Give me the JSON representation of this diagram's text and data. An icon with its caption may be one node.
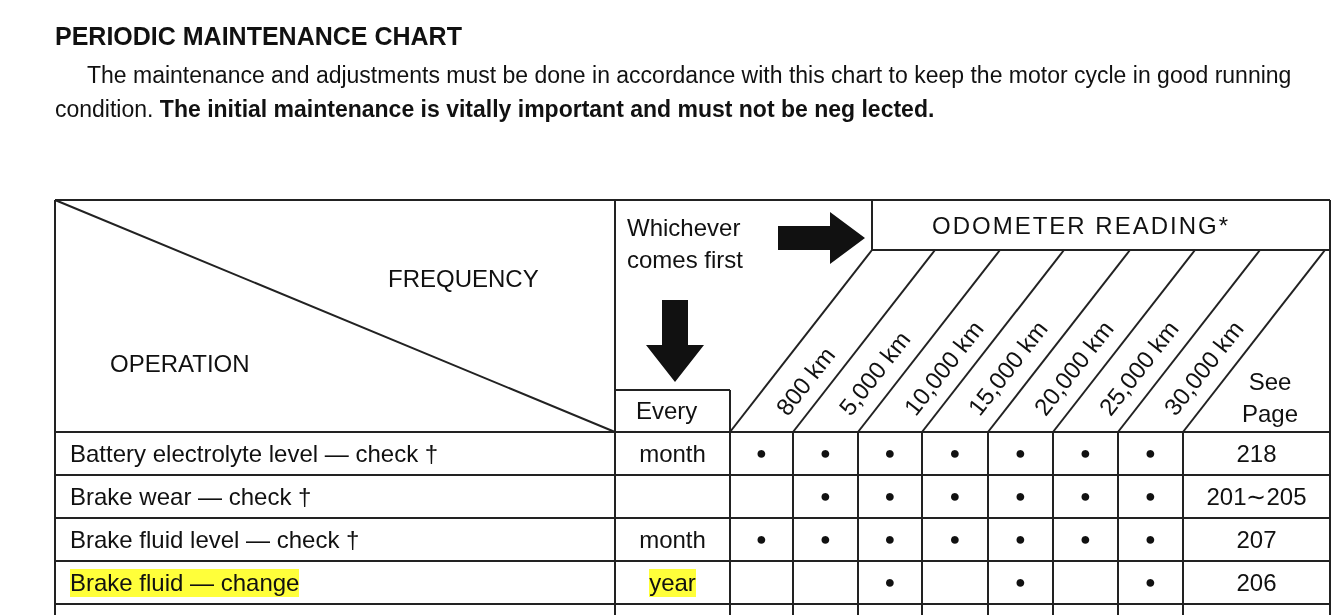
{
  "diagram": {
    "title": "PERIODIC MAINTENANCE CHART",
    "labels": [
      "The maintenance and adjustments must be done in accordance with this chart to keep the motor cycle in good running condition. **The initial maintenance is vitally important and must not be neg lected.**",
      "FREQUENCY",
      "OPERATION",
      "Whichever comes first",
      "ODOMETER READING*",
      "800 km",
      "5,000 km",
      "10,000 km",
      "15,000 km",
      "20,000 km",
      "25,000 km",
      "30,000 km",
      "See Page",
      "Every",
      "Battery electrolyte level — check †",
      "month",
      "●",
      "●",
      "●",
      "●",
      "●",
      "●",
      "●",
      "218",
      "Brake wear — check †",
      "●",
      "●",
      "●",
      "●",
      "●",
      "●",
      "201∼205",
      "Brake fluid level — check †",
      "month",
      "●",
      "●",
      "●",
      "●",
      "●",
      "●",
      "●",
      "207",
      "Brake fluid — change",
      "year",
      "●",
      "●",
      "●",
      "206"
    ]
  }
}
